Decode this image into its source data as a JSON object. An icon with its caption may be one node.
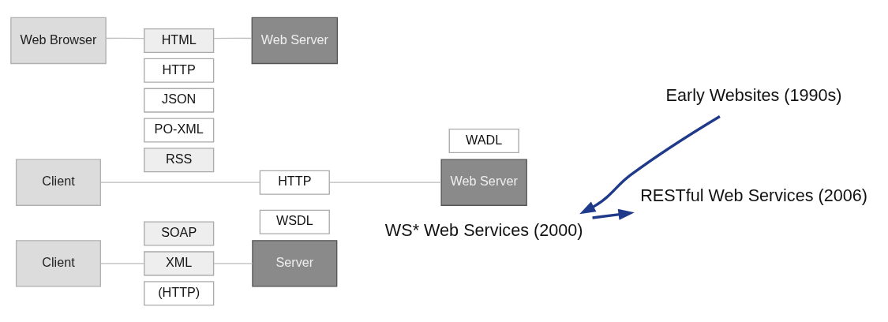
{
  "diagram": {
    "nodes": [
      {
        "text": [
          "Web Browser"
        ]
      },
      {
        "text": [
          "HTML"
        ]
      },
      {
        "text": [
          "HTTP"
        ]
      },
      {
        "text": [
          "Web Server"
        ]
      },
      {
        "text": [
          "Early Websites (1990s)"
        ]
      },
      {
        "text": [
          "Client"
        ]
      },
      {
        "text": [
          "SOAP"
        ]
      },
      {
        "text": [
          "XML"
        ]
      },
      {
        "text": [
          "(HTTP)"
        ]
      },
      {
        "text": [
          "WSDL"
        ]
      },
      {
        "text": [
          "Server"
        ]
      },
      {
        "text": [
          "WS* Web Services (2000)"
        ]
      },
      {
        "text": [
          "Client"
        ]
      },
      {
        "text": [
          "JSON"
        ]
      },
      {
        "text": [
          "PO-XML"
        ]
      },
      {
        "text": [
          "RSS"
        ]
      },
      {
        "text": [
          "HTTP"
        ]
      },
      {
        "text": [
          "WADL"
        ]
      },
      {
        "text": [
          "Web Server"
        ]
      },
      {
        "text": [
          "RESTful Web Services (2006)"
        ]
      }
    ],
    "edges": [
      {
        "from": 0,
        "to": 1,
        "arrow": "none"
      },
      {
        "from": 1,
        "to": 3,
        "arrow": "none"
      },
      {
        "from": 5,
        "to": 7,
        "arrow": "none"
      },
      {
        "from": 7,
        "to": 10,
        "arrow": "none"
      },
      {
        "from": 12,
        "to": 16,
        "arrow": "none"
      },
      {
        "from": 16,
        "to": 18,
        "arrow": "none"
      },
      {
        "from": 4,
        "to": 11,
        "arrow": "to",
        "style": "thick",
        "color": "#1f3a8a"
      },
      {
        "from": 11,
        "to": 19,
        "arrow": "to",
        "style": "thick",
        "color": "#1f3a8a"
      }
    ]
  }
}
